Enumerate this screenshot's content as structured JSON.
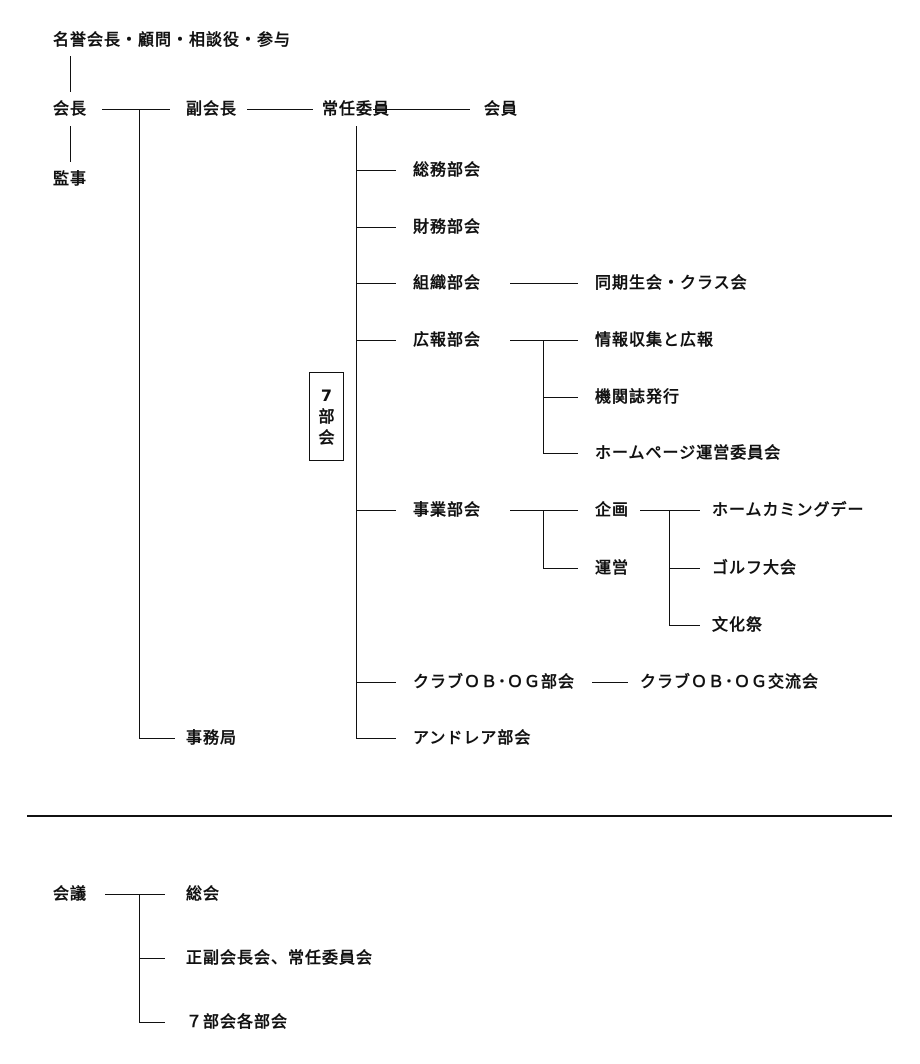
{
  "org_chart": {
    "top": {
      "honorary": "名誉会長・顧問・相談役・参与",
      "president": "会長",
      "auditor": "監事",
      "vice_president": "副会長",
      "standing_committee": "常任委員",
      "members": "会員",
      "secretariat": "事務局"
    },
    "seven_divisions_label": [
      "7",
      "部",
      "会"
    ],
    "divisions": [
      {
        "name": "総務部会",
        "children": []
      },
      {
        "name": "財務部会",
        "children": []
      },
      {
        "name": "組織部会",
        "children": [
          "同期生会・クラス会"
        ]
      },
      {
        "name": "広報部会",
        "children": [
          "情報収集と広報",
          "機関誌発行",
          "ホームページ運営委員会"
        ]
      },
      {
        "name": "事業部会",
        "children": [
          {
            "name": "企画",
            "children": [
              "ホームカミングデー",
              "ゴルフ大会",
              "文化祭"
            ]
          },
          {
            "name": "運営",
            "children": []
          }
        ]
      },
      {
        "name": "クラブＯＢ･ＯＧ部会",
        "children": [
          "クラブＯＢ･ＯＧ交流会"
        ]
      },
      {
        "name": "アンドレア部会",
        "children": []
      }
    ]
  },
  "meetings": {
    "label": "会議",
    "items": [
      "総会",
      "正副会長会、常任委員会",
      "７部会各部会"
    ]
  },
  "colors": {
    "line": "#111111",
    "text": "#111111",
    "background": "#ffffff"
  }
}
